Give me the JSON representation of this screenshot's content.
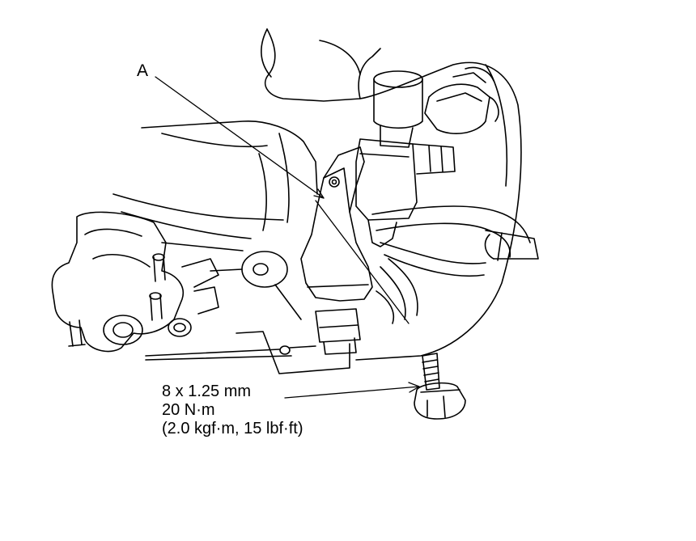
{
  "callouts": {
    "part_a": "A"
  },
  "bolt_spec": {
    "size": "8 x 1.25 mm",
    "torque_nm": "20 N·m",
    "torque_alt": "(2.0 kgf·m, 15 lbf·ft)"
  }
}
